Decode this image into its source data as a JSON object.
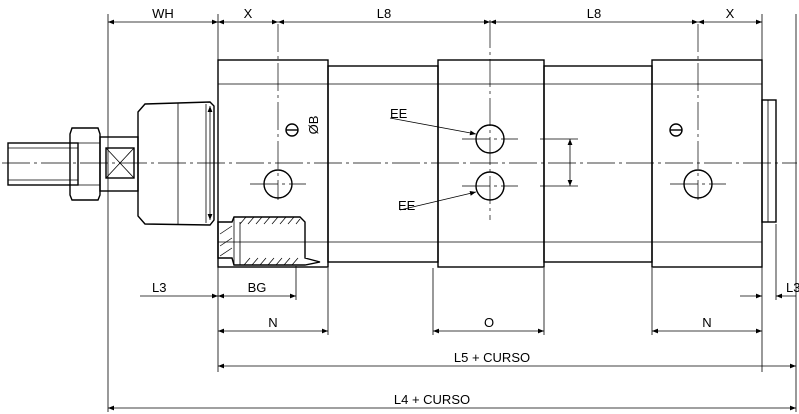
{
  "drawing": {
    "labels": {
      "wh": "WH",
      "x_left": "X",
      "l8_left": "L8",
      "l8_right": "L8",
      "x_right": "X",
      "ob": "ØB",
      "ee_top": "EE",
      "ee_bottom": "EE",
      "l3_left": "L3",
      "bg": "BG",
      "l3_right": "L3",
      "n_left": "N",
      "o": "O",
      "n_right": "N",
      "l5": "L5 + CURSO",
      "l4": "L4 + CURSO"
    }
  }
}
